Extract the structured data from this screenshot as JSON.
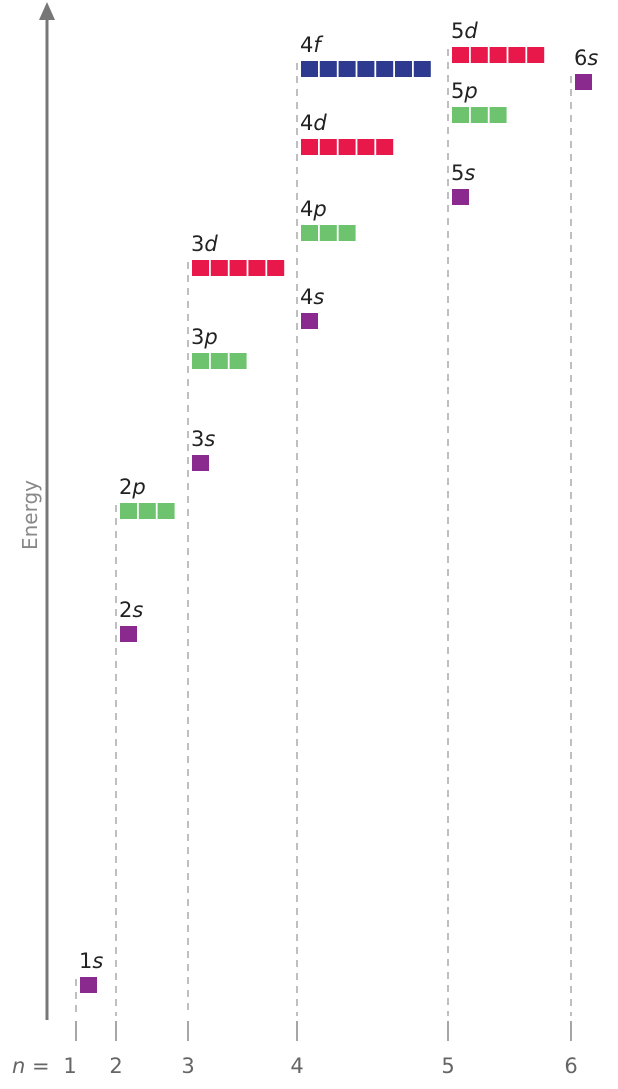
{
  "axis": {
    "label": "Energy",
    "n_prefix": "n",
    "n_eq": " = "
  },
  "colors": {
    "s": "#8b2a8e",
    "p": "#6ec46e",
    "d": "#e8194a",
    "f": "#2e3a8f",
    "axis": "#777777",
    "dash": "#aaaaaa"
  },
  "shells": [
    {
      "n": "1"
    },
    {
      "n": "2"
    },
    {
      "n": "3"
    },
    {
      "n": "4"
    },
    {
      "n": "5"
    },
    {
      "n": "6"
    }
  ],
  "orbitals": [
    {
      "n": "1",
      "l": "s",
      "boxes": 1
    },
    {
      "n": "2",
      "l": "s",
      "boxes": 1
    },
    {
      "n": "2",
      "l": "p",
      "boxes": 3
    },
    {
      "n": "3",
      "l": "s",
      "boxes": 1
    },
    {
      "n": "3",
      "l": "p",
      "boxes": 3
    },
    {
      "n": "3",
      "l": "d",
      "boxes": 5
    },
    {
      "n": "4",
      "l": "s",
      "boxes": 1
    },
    {
      "n": "4",
      "l": "p",
      "boxes": 3
    },
    {
      "n": "4",
      "l": "d",
      "boxes": 5
    },
    {
      "n": "4",
      "l": "f",
      "boxes": 7
    },
    {
      "n": "5",
      "l": "s",
      "boxes": 1
    },
    {
      "n": "5",
      "l": "p",
      "boxes": 3
    },
    {
      "n": "5",
      "l": "d",
      "boxes": 5
    },
    {
      "n": "6",
      "l": "s",
      "boxes": 1
    }
  ]
}
